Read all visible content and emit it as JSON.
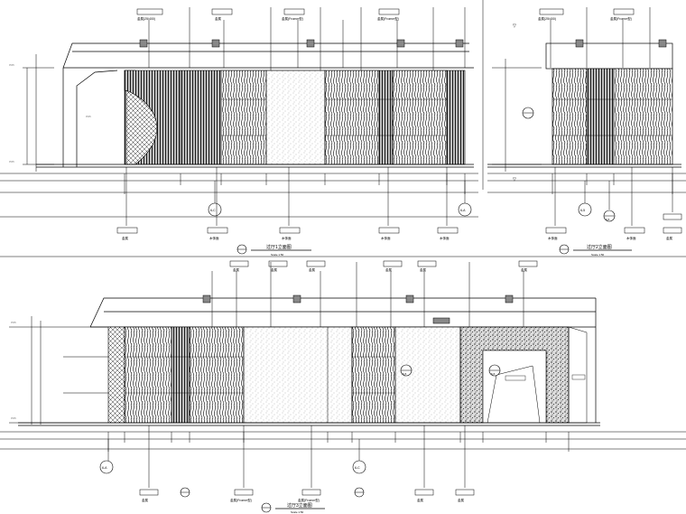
{
  "drawing": {
    "elevation_1": {
      "title": "过厅1立面图",
      "scale": "Scale 1:50"
    },
    "elevation_2": {
      "title": "过厅2立面图",
      "scale": "Scale 1:50"
    },
    "elevation_3": {
      "title": "过厅3立面图",
      "scale": "Scale 1:50"
    },
    "callouts_1": [
      "6-C",
      "6-A"
    ],
    "callouts_2": [
      "6-5",
      "6-5"
    ],
    "callouts_3": [
      "6-A",
      "6-C",
      "6-5",
      "6-5"
    ],
    "bottom_tags_3": [
      "金属",
      "金属(Fromm型)",
      "金属(Fromm型)",
      "金属",
      "金属"
    ],
    "bottom_tags_1": [
      "金属",
      "木饰面",
      "木饰面",
      "木饰面",
      "木饰面"
    ],
    "bottom_tags_2": [
      "木饰面",
      "木饰面",
      "金属"
    ],
    "top_tags_1": [
      "金属(25/400)",
      "金属",
      "金属(Fromm型)",
      "金属(Fromm型)"
    ],
    "top_tags_2": [
      "金属(25/400)",
      "金属(Fromm型)"
    ],
    "top_tags_3": [
      "金属",
      "金属",
      "金属",
      "金属",
      "金属",
      "金属"
    ]
  }
}
